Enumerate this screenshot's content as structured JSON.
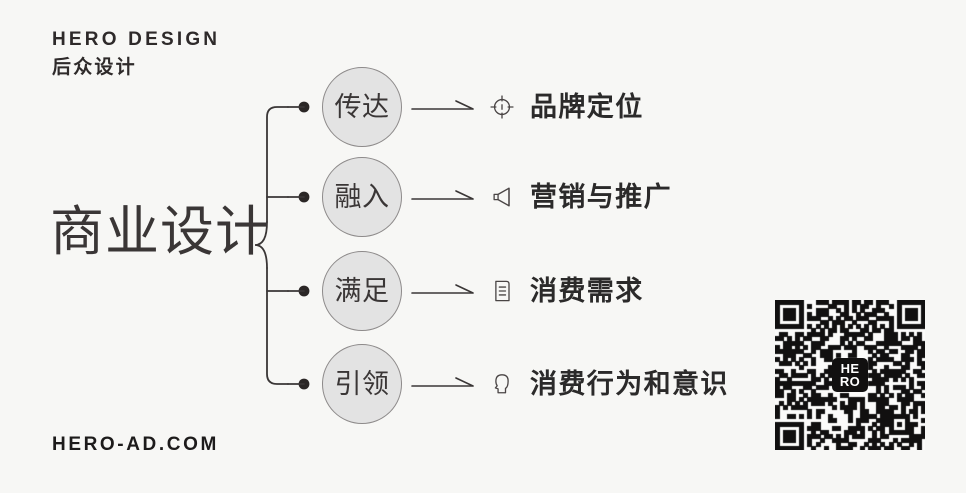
{
  "brand": {
    "name_en": "HERO DESIGN",
    "name_cn": "后众设计"
  },
  "headline": "商业设计",
  "footer": {
    "website": "HERO-AD.COM"
  },
  "branches": [
    {
      "bubble": "传达",
      "icon": "target-crosshair-icon",
      "label": "品牌定位"
    },
    {
      "bubble": "融入",
      "icon": "megaphone-icon",
      "label": "营销与推广"
    },
    {
      "bubble": "满足",
      "icon": "document-lines-icon",
      "label": "消费需求"
    },
    {
      "bubble": "引领",
      "icon": "head-profile-icon",
      "label": "消费行为和意识"
    }
  ],
  "qr": {
    "center_logo_line1": "HE",
    "center_logo_line2": "RO"
  },
  "colors": {
    "background": "#f7f7f5",
    "text_dark": "#2b2a2a",
    "headline": "#3a3636",
    "bubble_fill": "#e3e3e3",
    "bubble_stroke": "#8d8a8a",
    "connector": "#3a3636",
    "qr_dark": "#111010"
  }
}
